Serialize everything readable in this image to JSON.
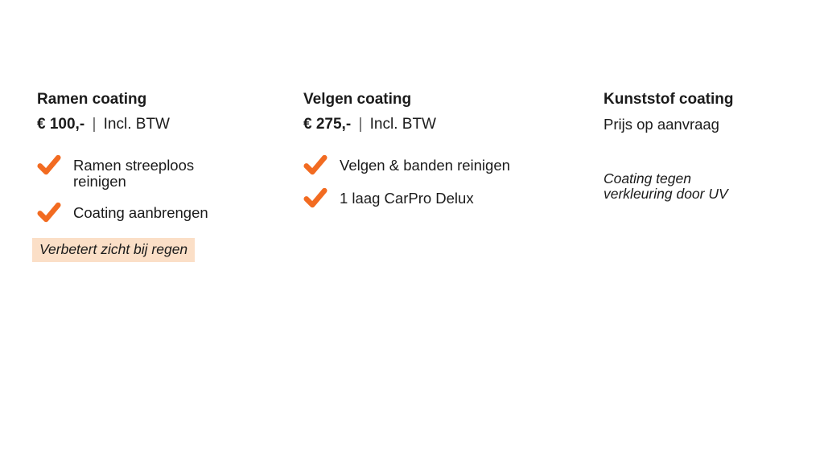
{
  "slide": {
    "background": "#ffffff"
  },
  "colors": {
    "accent_orange": "#F26B21",
    "highlight_bg": "#FBDFC7",
    "text": "#1b1b1b",
    "divider": "#5a5a5a"
  },
  "icons": {
    "check": "check-icon"
  },
  "columns": [
    {
      "id": "ramen-coating",
      "title": "Ramen coating",
      "price": "€ 100,-",
      "divider": "|",
      "price_note": "Incl. BTW",
      "items": [
        "Ramen streeploos reinigen",
        "Coating aanbrengen"
      ],
      "footnote": "Verbetert zicht bij regen"
    },
    {
      "id": "velgen-coating",
      "title": "Velgen coating",
      "price": "€ 275,-",
      "divider": "|",
      "price_note": "Incl. BTW",
      "items": [
        "Velgen & banden reinigen",
        "1 laag CarPro Delux"
      ]
    },
    {
      "id": "kunststof-coating",
      "title": "Kunststof coating",
      "subtitle": "Prijs op aanvraag",
      "items": [],
      "footnote": "Coating tegen verkleuring door UV"
    }
  ]
}
